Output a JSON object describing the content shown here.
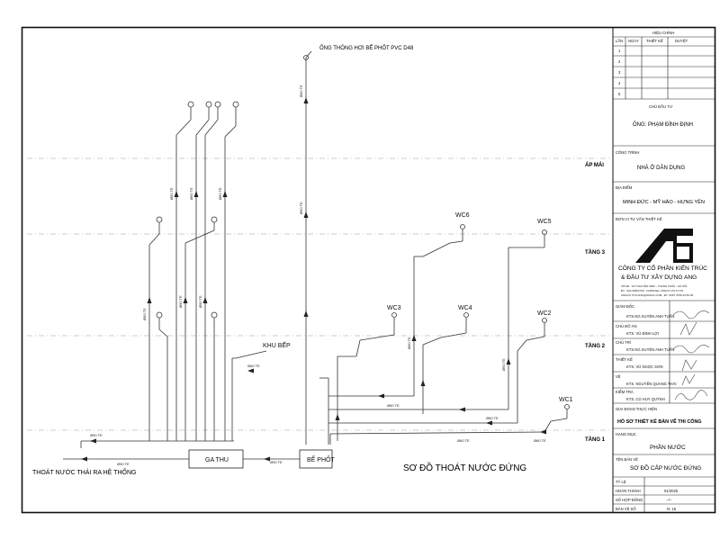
{
  "drawing": {
    "vent_pipe_label": "ỐNG THÔNG HƠI BỂ PHỐT PVC D48",
    "level_roof": "ÁP MÁI",
    "level_3": "TẦNG 3",
    "level_2": "TẦNG 2",
    "level_1": "TẦNG 1",
    "wc_labels": [
      "WC6",
      "WC5",
      "WC3",
      "WC4",
      "WC2",
      "WC1"
    ],
    "kitchen_label": "KHU BẾP",
    "manhole_label": "GA THU",
    "septic_label": "BỂ PHỐT",
    "outlet_label": "THOÁT NƯỚC THẢI RA HỆ THỐNG",
    "diagram_title": "SƠ ĐỒ THOÁT NƯỚC ĐỨNG",
    "pipe_tag": "Ø90 TE",
    "pipe_tag_small": "Ø60 TE"
  },
  "title_block": {
    "revision_header": "HIỆU CHỈNH",
    "revision_cols": [
      "LẦN",
      "NGÀY",
      "THIẾT KẾ",
      "DUYỆT"
    ],
    "revision_rows": [
      "1",
      "2",
      "3",
      "4",
      "5"
    ],
    "owner_label": "CHỦ ĐẦU TƯ",
    "owner": "ÔNG: PHẠM ĐÌNH ĐỊNH",
    "project_label": "CÔNG TRÌNH",
    "project": "NHÀ Ở DÂN DỤNG",
    "location_label": "ĐỊA ĐIỂM",
    "location": "MINH ĐỨC - MỸ HÀO - HƯNG YÊN",
    "consultant_label": "ĐƠN VỊ TƯ VẤN THIẾT KẾ",
    "company_line1": "CÔNG TY CỔ PHẦN KIẾN TRÚC",
    "company_line2": "& ĐẦU TƯ XÂY DỰNG ANG",
    "company_info": [
      "VP/CĐ : 127 NGUYỄN SIÊU - THANH XUÂN - HÀ NỘI",
      "ĐT : 024.66652709 - FANPAGE: ANGCO.VN.XY.VN",
      "ANGCO.XYZ.ANG@GMAIL.COM - ĐT :0967.4756.23.56.30"
    ],
    "director_label": "GIÁM ĐỐC",
    "director": "KTS.NG.XUYÊN ANH TUẤN",
    "chair_label": "CHỦ ĐỒ ÁN",
    "chair": "KTS. VŨ ĐÌNH LỢI",
    "host_label": "CHỦ TRÌ",
    "host": "KTS.NG.XUYÊN ANH TUẤN",
    "design_label": "THIẾT KẾ",
    "designer": "KTS. VŨ NGỌC SƠN",
    "draw_label": "VẼ",
    "drawer": "KTS. NGUYỄN QUANG THÁI",
    "check_label": "KIỂM TRA",
    "checker": "KTS. CÙ HUY QUỲNH",
    "stage_label": "GIAI ĐOẠN THỰC HIỆN",
    "stage": "HỒ SƠ THIẾT KẾ BẢN VẼ THI CÔNG",
    "category_label": "HẠNG MỤC",
    "category": "PHẦN NƯỚC",
    "sheet_name_label": "TÊN BẢN VẼ",
    "sheet_name": "SƠ ĐỒ CẤP NƯỚC ĐỨNG",
    "scale_label": "TỶ LỆ",
    "completed_label": "HOÀN THÀNH",
    "completed": "01/2025",
    "contract_label": "SỐ HỢP ĐỒNG",
    "contract": "--/--",
    "sheet_no_label": "BẢN VẼ SỐ",
    "sheet_no": "N- 15"
  },
  "colors": {
    "line": "#333333",
    "level_dash": "#999999",
    "logo": "#111111"
  }
}
